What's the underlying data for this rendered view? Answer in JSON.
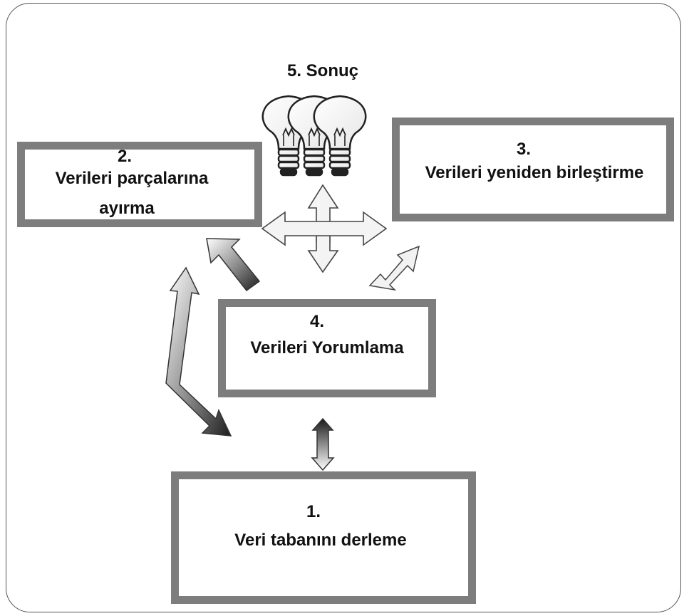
{
  "diagram": {
    "step1": {
      "num": "1.",
      "text": "Veri tabanını derleme"
    },
    "step2": {
      "num": "2.",
      "line1": "Verileri parçalarına",
      "line2": "ayırma"
    },
    "step3": {
      "num": "3.",
      "text": "Verileri yeniden birleştirme"
    },
    "step4": {
      "num": "4.",
      "text": "Verileri Yorumlama"
    },
    "step5": {
      "title": "5. Sonuç"
    }
  },
  "icons": {
    "bulbs": "lightbulb-icon"
  }
}
